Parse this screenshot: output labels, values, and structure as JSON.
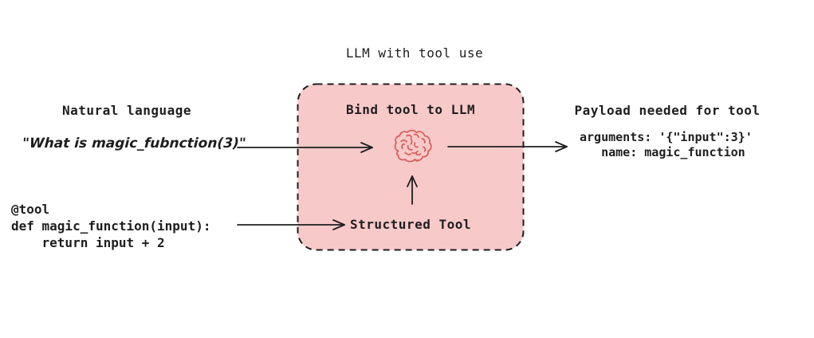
{
  "diagram": {
    "title": "LLM with tool use",
    "left": {
      "heading": "Natural language",
      "quote": "\"What is magic_fubnction(3)\"",
      "code": "@tool\ndef magic_function(input):\n    return input + 2"
    },
    "center": {
      "heading": "Bind tool to LLM",
      "brain_icon": "brain-icon",
      "tool_label": "Structured Tool"
    },
    "right": {
      "heading": "Payload needed for tool",
      "payload": "arguments: '{\"input\":3}'\n   name: magic_function"
    },
    "colors": {
      "background": "#ffffff",
      "text": "#1e1e1e",
      "box_fill": "#f8c9c9",
      "box_border": "#1e1e1e",
      "brain_stroke": "#d65d57",
      "arrow": "#1e1e1e"
    }
  }
}
